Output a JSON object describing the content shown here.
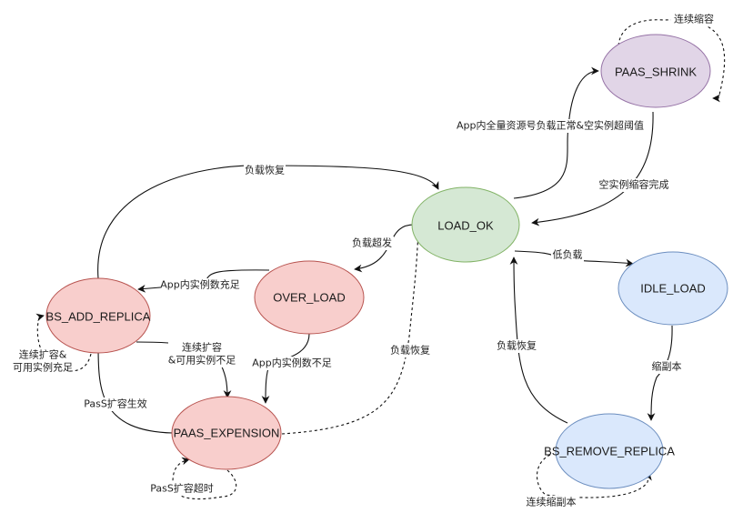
{
  "diagram": {
    "type": "state-machine",
    "colors": {
      "red_fill": "#f8cecc",
      "red_stroke": "#b85450",
      "green_fill": "#d5e8d4",
      "green_stroke": "#82b366",
      "blue_fill": "#dae8fc",
      "blue_stroke": "#6c8ebf",
      "purple_fill": "#e1d5e7",
      "purple_stroke": "#9673a6",
      "edge": "#111111"
    },
    "nodes": {
      "load_ok": {
        "label": "LOAD_OK",
        "color": "green"
      },
      "paas_shrink": {
        "label": "PAAS_SHRINK",
        "color": "purple"
      },
      "over_load": {
        "label": "OVER_LOAD",
        "color": "red"
      },
      "bs_add_replica": {
        "label": "BS_ADD_REPLICA",
        "color": "red"
      },
      "paas_expension": {
        "label": "PAAS_EXPENSION",
        "color": "red"
      },
      "idle_load": {
        "label": "IDLE_LOAD",
        "color": "blue"
      },
      "bs_remove_replica": {
        "label": "BS_REMOVE_REPLICA",
        "color": "blue"
      }
    },
    "edges": {
      "shrink_self": {
        "from": "PAAS_SHRINK",
        "to": "PAAS_SHRINK",
        "label": "连续缩容",
        "dashed": true
      },
      "ok_to_shrink": {
        "from": "LOAD_OK",
        "to": "PAAS_SHRINK",
        "label": "App内全量资源号负载正常&空实例超阈值",
        "dashed": false
      },
      "shrink_to_ok": {
        "from": "PAAS_SHRINK",
        "to": "LOAD_OK",
        "label": "空实例缩容完成",
        "dashed": false
      },
      "add_to_ok": {
        "from": "BS_ADD_REPLICA",
        "to": "LOAD_OK",
        "label": "负载恢复",
        "dashed": false
      },
      "ok_to_over": {
        "from": "LOAD_OK",
        "to": "OVER_LOAD",
        "label": "负载超发",
        "dashed": false
      },
      "over_to_add": {
        "from": "OVER_LOAD",
        "to": "BS_ADD_REPLICA",
        "label": "App内实例数充足",
        "dashed": false
      },
      "add_self": {
        "from": "BS_ADD_REPLICA",
        "to": "BS_ADD_REPLICA",
        "label_line1": "连续扩容&",
        "label_line2": "可用实例充足",
        "dashed": true
      },
      "add_to_exp": {
        "from": "BS_ADD_REPLICA",
        "to": "PAAS_EXPENSION",
        "label_line1": "连续扩容",
        "label_line2": "&可用实例不足",
        "dashed": false
      },
      "over_to_exp": {
        "from": "OVER_LOAD",
        "to": "PAAS_EXPENSION",
        "label": "App内实例数不足",
        "dashed": false
      },
      "exp_to_add": {
        "from": "PAAS_EXPENSION",
        "to": "BS_ADD_REPLICA",
        "label": "PasS扩容生效",
        "dashed": false
      },
      "exp_self": {
        "from": "PAAS_EXPENSION",
        "to": "PAAS_EXPENSION",
        "label": "PasS扩容超时",
        "dashed": true
      },
      "exp_to_ok": {
        "from": "PAAS_EXPENSION",
        "to": "LOAD_OK",
        "label": "负载恢复",
        "dashed": true
      },
      "ok_to_idle": {
        "from": "LOAD_OK",
        "to": "IDLE_LOAD",
        "label": "低负载",
        "dashed": false
      },
      "idle_to_remove": {
        "from": "IDLE_LOAD",
        "to": "BS_REMOVE_REPLICA",
        "label": "缩副本",
        "dashed": false
      },
      "remove_to_ok": {
        "from": "BS_REMOVE_REPLICA",
        "to": "LOAD_OK",
        "label": "负载恢复",
        "dashed": false
      },
      "remove_self": {
        "from": "BS_REMOVE_REPLICA",
        "to": "BS_REMOVE_REPLICA",
        "label": "连续缩副本",
        "dashed": true
      }
    }
  }
}
